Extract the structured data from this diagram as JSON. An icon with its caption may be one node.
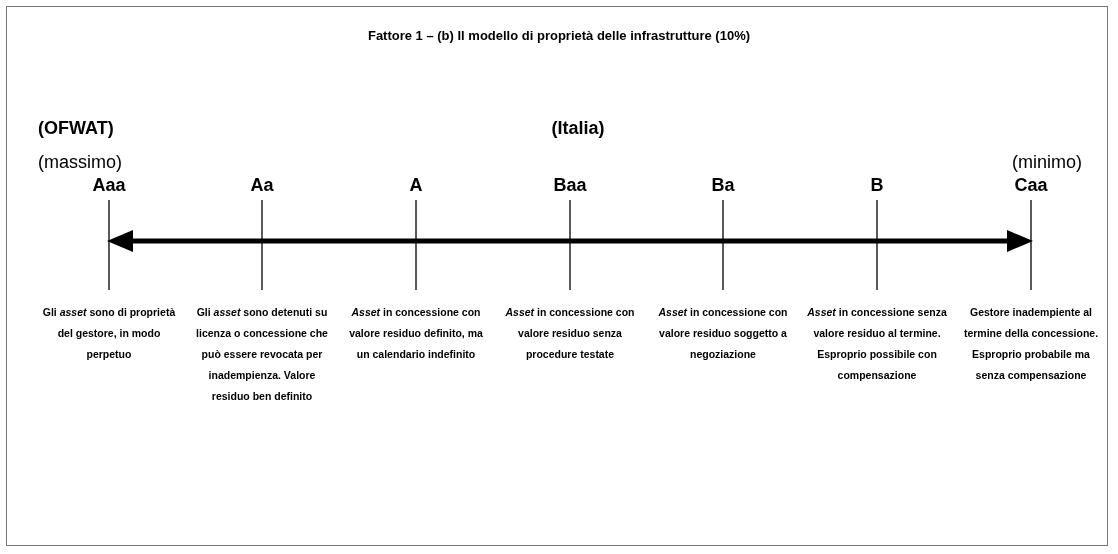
{
  "diagram": {
    "title": "Fattore 1 – (b) Il modello di proprietà delle infrastrutture (10%)",
    "labels": [
      "(OFWAT)",
      "(Italia)",
      "(massimo)",
      "(minimo)",
      "Aaa",
      "Aa",
      "A",
      "Baa",
      "Ba",
      "B",
      "Caa",
      "Gli *asset* sono di proprietà del gestore, in modo perpetuo",
      "Gli *asset* sono detenuti su licenza o concessione che può essere revocata per inadempienza. Valore residuo ben definito",
      "*Asset* in concessione con valore residuo definito, ma un calendario indefinito",
      "*Asset* in concessione con valore residuo senza procedure testate",
      "*Asset* in concessione con valore residuo soggetto a negoziazione",
      "*Asset* in concessione senza valore residuo al termine. Esproprio possibile con compensazione",
      "Gestore inadempiente al termine della concessione. Esproprio probabile ma senza compensazione"
    ]
  }
}
